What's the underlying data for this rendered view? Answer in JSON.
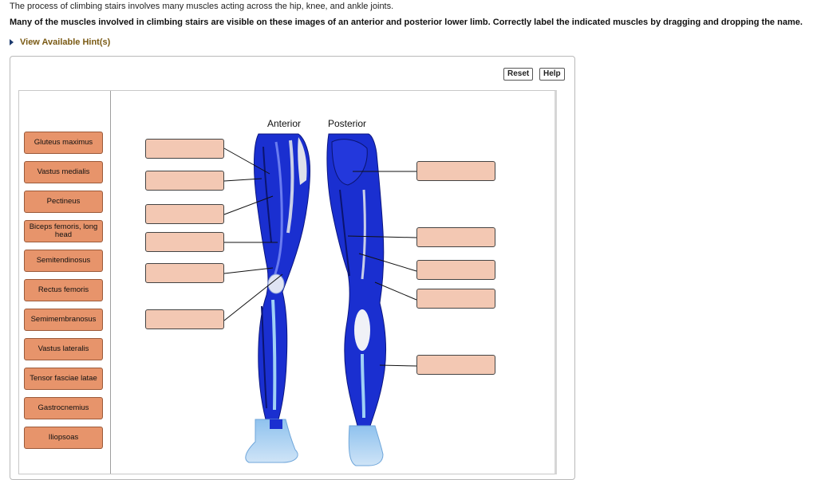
{
  "header": {
    "intro": "The process of climbing stairs involves many muscles acting across the hip, knee, and ankle joints.",
    "question": "Many of the muscles involved in climbing stairs are visible on these images of an anterior and posterior lower limb. Correctly label the indicated muscles by dragging and dropping the name.",
    "hint_link": "View Available Hint(s)"
  },
  "toolbar": {
    "reset_label": "Reset",
    "help_label": "Help"
  },
  "views": {
    "anterior": "Anterior",
    "posterior": "Posterior"
  },
  "label_bank": [
    "Gluteus maximus",
    "Vastus medialis",
    "Pectineus",
    "Biceps femoris, long head",
    "Semitendinosus",
    "Rectus femoris",
    "Semimembranosus",
    "Vastus lateralis",
    "Tensor fasciae latae",
    "Gastrocnemius",
    "Iliopsoas"
  ],
  "drop_zones": {
    "anterior_count": 6,
    "posterior_count": 5
  },
  "colors": {
    "muscle": "#1a2fd0",
    "chip_fill": "#e7946b",
    "dropzone_fill": "#f3c8b3",
    "hint_text": "#7a5a14"
  }
}
